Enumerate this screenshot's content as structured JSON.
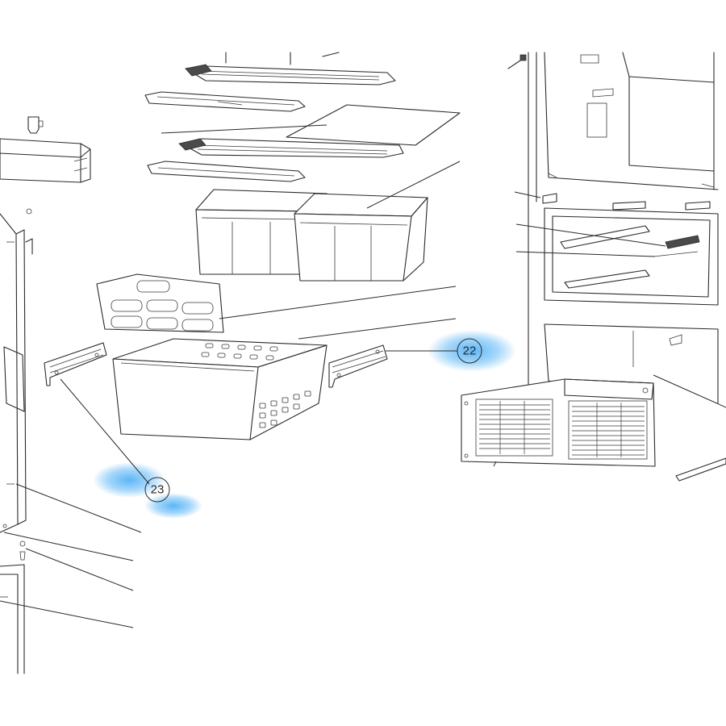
{
  "diagram": {
    "highlight_color": "#3fa9f5",
    "line_color": "#2a2a2a",
    "callouts": [
      {
        "label": "22",
        "part": "drawer-slide-rail-right"
      },
      {
        "label": "23",
        "part": "drawer-slide-rail-left"
      }
    ]
  }
}
